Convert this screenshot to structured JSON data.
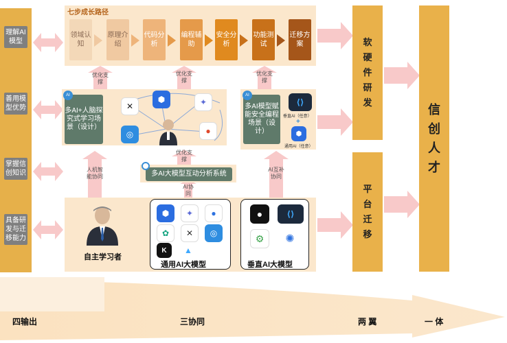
{
  "left_column": [
    {
      "label": "理解AI模型"
    },
    {
      "label": "善用模型优势"
    },
    {
      "label": "掌握信创知识"
    },
    {
      "label": "具备研发与迁移能力"
    }
  ],
  "growth_path": {
    "title": "七步成长路径",
    "steps": [
      {
        "label": "领域认知",
        "color": "#f3d8b8"
      },
      {
        "label": "原理介绍",
        "color": "#f0c9a1"
      },
      {
        "label": "代码分析",
        "color": "#eeb47a"
      },
      {
        "label": "编程辅助",
        "color": "#e59a4a"
      },
      {
        "label": "安全分析",
        "color": "#e08a1f"
      },
      {
        "label": "功能测试",
        "color": "#c8711a"
      },
      {
        "label": "迁移方案",
        "color": "#a5561a"
      }
    ]
  },
  "scenario_left": {
    "label": "多AI+人脑探究式学习场景（设计）",
    "badge": "AI"
  },
  "scenario_right": {
    "label": "多AI模型赋能安全编程场景（设计）",
    "badge": "AI"
  },
  "arrows": {
    "opt1": "优化支撑",
    "opt2": "优化支撑",
    "opt3": "优化支撑",
    "opt4": "优化支撑",
    "human_machine": "人机智能协同",
    "ai_collab": "AI协同",
    "ai_complement": "AI互补协同"
  },
  "analysis_system": {
    "label": "多AI大模型互动分析系统"
  },
  "vertical_ai": {
    "label1": "垂直AI（任意）",
    "label2": "通用AI（任意）"
  },
  "learner": {
    "label": "自主学习者"
  },
  "general_models": {
    "label": "通用AI大模型"
  },
  "vertical_models": {
    "label": "垂直AI大模型"
  },
  "right_columns": {
    "software": "软硬件研发",
    "platform": "平台迁移",
    "talent": "信创人才"
  },
  "bottom": {
    "four": "四输出",
    "three": "三协同",
    "two": "两 翼",
    "one": "一 体"
  },
  "colors": {
    "gold": "#e8b24a",
    "band": "#fbe7cc",
    "pink": "#f8c9c9",
    "dark_box": "#5f7a6a"
  }
}
